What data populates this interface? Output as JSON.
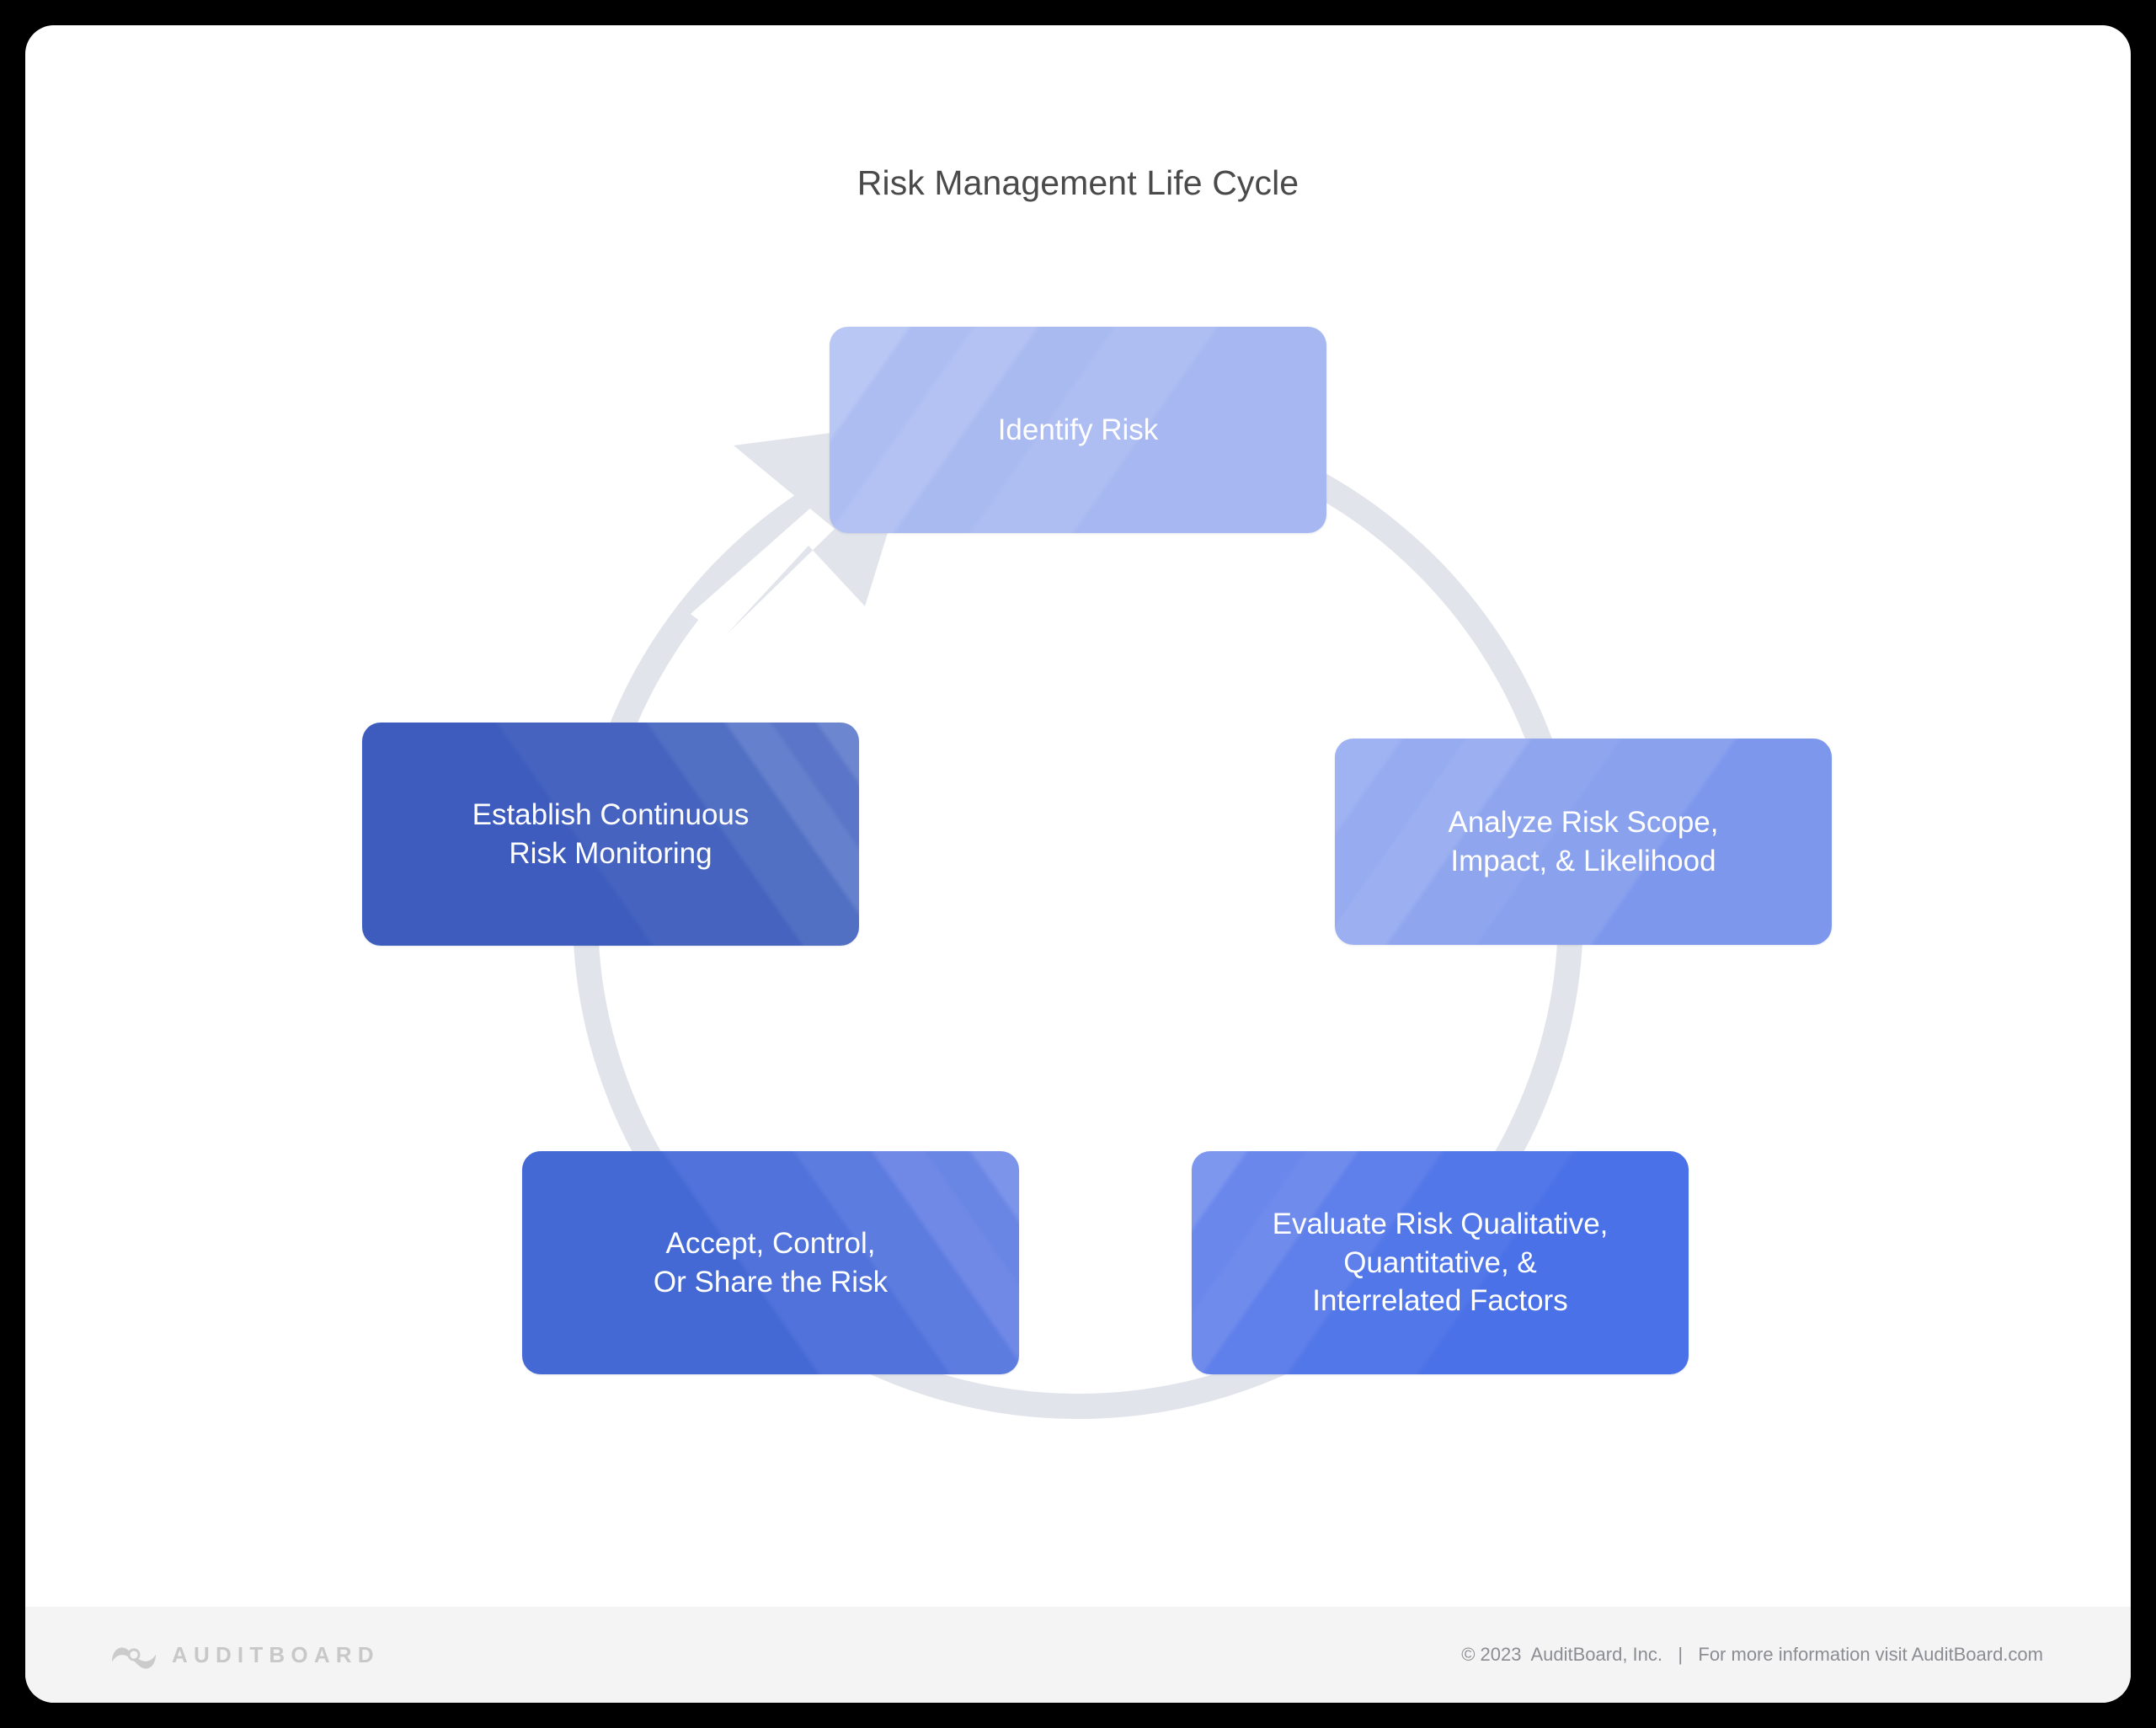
{
  "page": {
    "title": "Risk Management Life Cycle",
    "background_color": "#000000",
    "card_color": "#ffffff"
  },
  "chart_data": {
    "type": "diagram",
    "diagram_kind": "cycle",
    "title": "Risk Management Life Cycle",
    "direction": "clockwise",
    "ring_color": "#e1e4ea",
    "node_count": 5,
    "nodes": [
      {
        "id": "identify-risk",
        "position": "top",
        "order": 1,
        "color": "#aebef2",
        "lines": [
          "Identify Risk"
        ]
      },
      {
        "id": "analyze-risk",
        "position": "right",
        "order": 2,
        "color": "#8aa1ee",
        "lines": [
          "Analyze Risk Scope,",
          "Impact, & Likelihood"
        ]
      },
      {
        "id": "evaluate-risk",
        "position": "bottom-right",
        "order": 3,
        "color": "#4d72e6",
        "lines": [
          "Evaluate Risk Qualitative,",
          "Quantitative, &",
          "Interrelated Factors"
        ]
      },
      {
        "id": "accept-control-share",
        "position": "bottom-left",
        "order": 4,
        "color": "#4569d4",
        "lines": [
          "Accept, Control,",
          "Or Share the Risk"
        ]
      },
      {
        "id": "establish-monitoring",
        "position": "left",
        "order": 5,
        "color": "#3d5cbd",
        "lines": [
          "Establish Continuous",
          "Risk Monitoring"
        ]
      }
    ]
  },
  "footer": {
    "logo_wordmark": "AUDITBOARD",
    "copyright": "© 2023  AuditBoard, Inc.   |   For more information visit AuditBoard.com"
  }
}
